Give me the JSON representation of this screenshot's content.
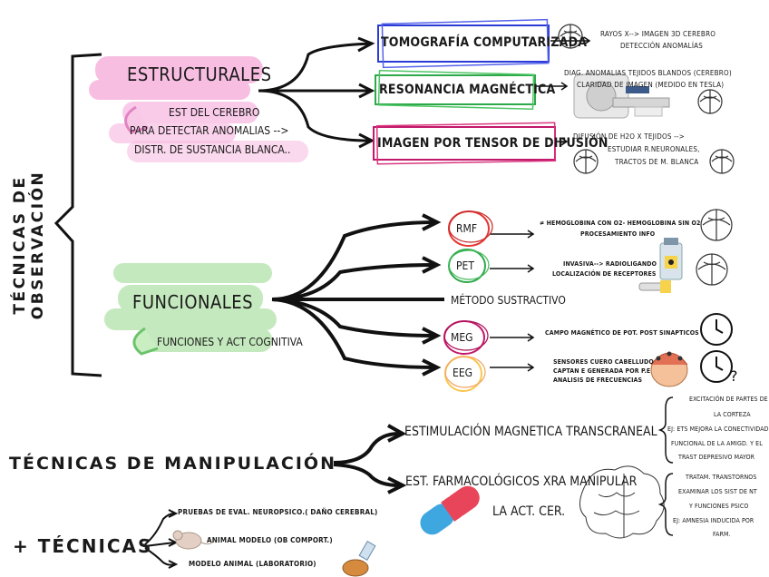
{
  "title": "TÉCNICAS DE OBSERVACIÓN",
  "structural": {
    "label": "ESTRUCTURALES",
    "desc": [
      "EST DEL CEREBRO",
      "PARA DETECTAR ANOMALIAS -->",
      "DISTR. DE SUSTANCIA BLANCA.."
    ],
    "methods": [
      {
        "name": "TOMOGRAFÍA COMPUTARIZADA",
        "note": [
          "RAYOS X--> IMAGEN 3D CEREBRO",
          "DETECCIÓN ANOMALÍAS"
        ]
      },
      {
        "name": "RESONANCIA MAGNÉCTICA",
        "note": [
          "DIAG. ANOMALIAS TEJIDOS BLANDOS (CEREBRO)",
          "CLARIDAD DE IMAGEN (MEDIDO EN TESLA)"
        ]
      },
      {
        "name": "IMAGEN POR TENSOR DE DIFUSIÓN",
        "note": [
          "DIFUSIÓN DE H2O X TEJIDOS -->",
          "ESTUDIAR R.NEURONALES,",
          "TRACTOS DE M. BLANCA"
        ]
      }
    ]
  },
  "functional": {
    "label": "FUNCIONALES",
    "desc": "FUNCIONES Y ACT COGNITIVA",
    "methods": [
      {
        "name": "RMF",
        "note": [
          "≠ HEMOGLOBINA CON O2- HEMOGLOBINA SIN O2",
          "PROCESAMIENTO INFO"
        ]
      },
      {
        "name": "PET",
        "note": [
          "INVASIVA--> RADIOLIGANDO",
          "LOCALIZACIÓN DE RECEPTORES"
        ]
      },
      {
        "name": "MÉTODO SUSTRACTIVO",
        "note": []
      },
      {
        "name": "MEG",
        "note": [
          "CAMPO MAGNÉTICO DE POT. POST SINAPTICOS"
        ]
      },
      {
        "name": "EEG",
        "note": [
          "SENSORES CUERO CABELLUDO",
          "CAPTAN E GENERADA POR P.E",
          "ANALISIS DE FRECUENCIAS"
        ]
      }
    ]
  },
  "manipulation": {
    "title": "TÉCNICAS DE MANIPULACIÓN",
    "tms": {
      "name": "ESTIMULACIÓN MAGNETICA TRANSCRANEAL",
      "note": [
        "EXCITACIÓN DE PARTES DE",
        "LA CORTEZA",
        "EJ: ETS MEJORA LA CONECTIVIDAD",
        "FUNCIONAL DE LA AMIGD. Y EL",
        "TRAST DEPRESIVO MAYOR"
      ]
    },
    "pharma": {
      "name": [
        "EST. FARMACOLÓGICOS XRA MANIPULAR",
        "LA ACT. CER."
      ],
      "note": [
        "TRATAM. TRANSTORNOS",
        "EXAMINAR LOS SIST DE NT",
        "Y FUNCIONES PSICO",
        "EJ: AMNESIA INDUCIDA POR",
        "FARM."
      ]
    }
  },
  "more": {
    "title": "+ TÉCNICAS",
    "items": [
      "PRUEBAS DE EVAL. NEUROPSICO.( DAÑO CEREBRAL)",
      "ANIMAL MODELO (OB COMPORT.)",
      "MODELO ANIMAL (LABORATORIO)"
    ]
  },
  "colors": {
    "pink": "#f3a6d8",
    "green": "#a6dba0",
    "blue": "#2b3bd6",
    "green_box": "#2fa84a",
    "magenta": "#c2186b",
    "red": "#e53935",
    "ink": "#111111"
  },
  "icons": [
    "brain-sketch-icon",
    "mri-scanner-icon",
    "radioactive-vial-icon",
    "clock-icon",
    "eeg-cap-icon",
    "capsule-icon",
    "mouse-icon",
    "lab-animal-icon"
  ]
}
